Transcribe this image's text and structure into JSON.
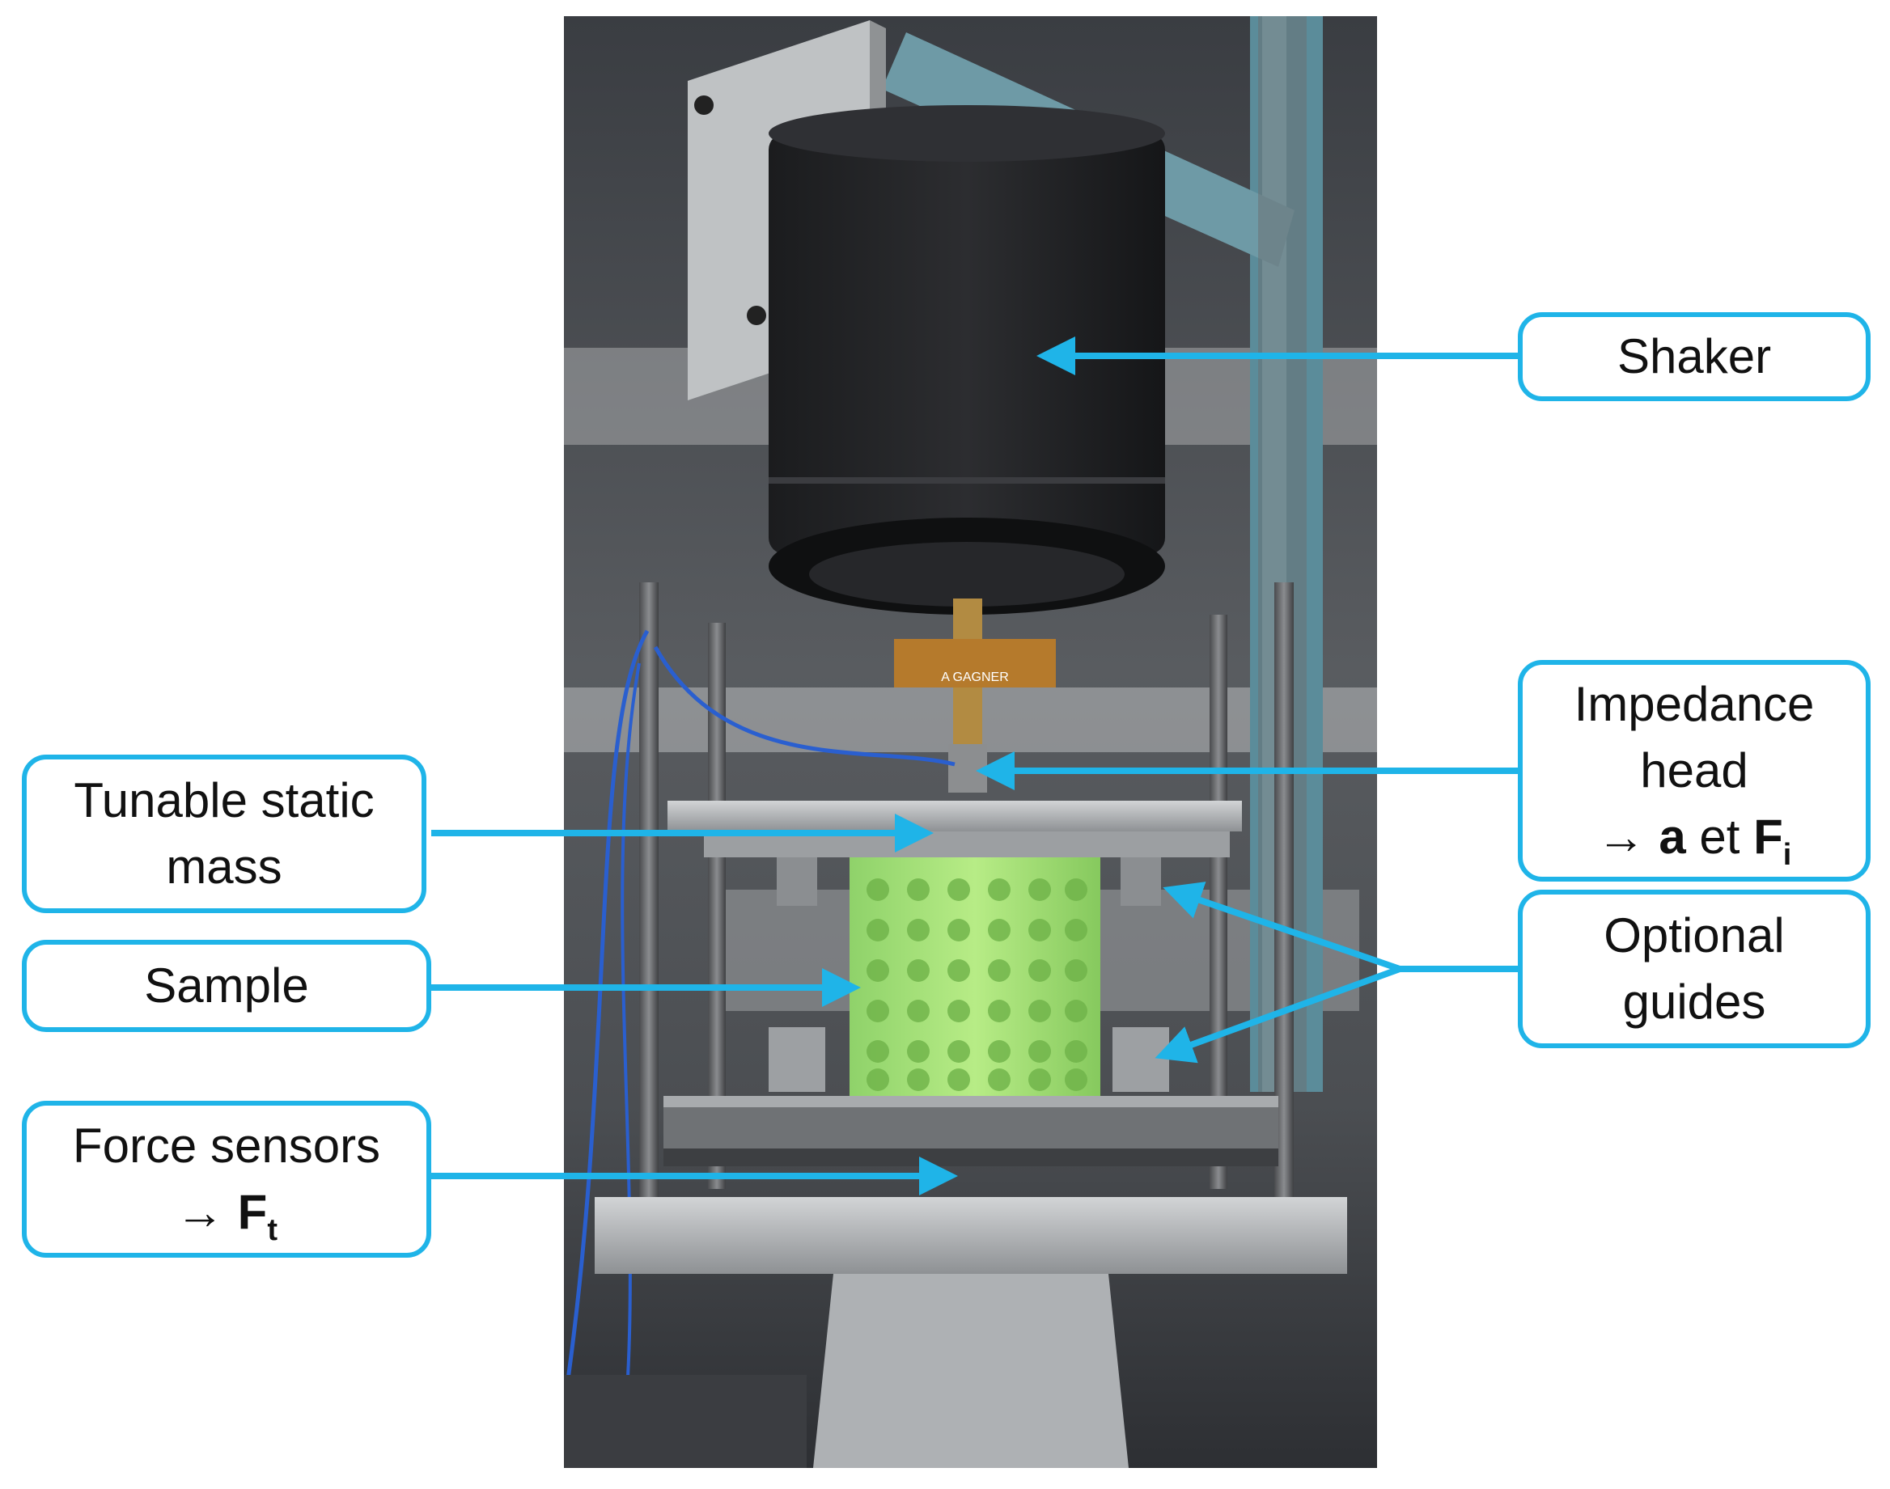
{
  "accent_color": "#1fb4e8",
  "photo_label": "A GAGNER",
  "labels": {
    "shaker": "Shaker",
    "impedance": {
      "line1": "Impedance",
      "line2": "head",
      "arrow": "→",
      "a": "a",
      "et": "et",
      "F": "F",
      "sub": "i"
    },
    "guides": {
      "line1": "Optional",
      "line2": "guides"
    },
    "mass": {
      "line1": "Tunable static",
      "line2": "mass"
    },
    "sample": "Sample",
    "force": {
      "line1": "Force sensors",
      "arrow": "→",
      "F": "F",
      "sub": "t"
    }
  }
}
